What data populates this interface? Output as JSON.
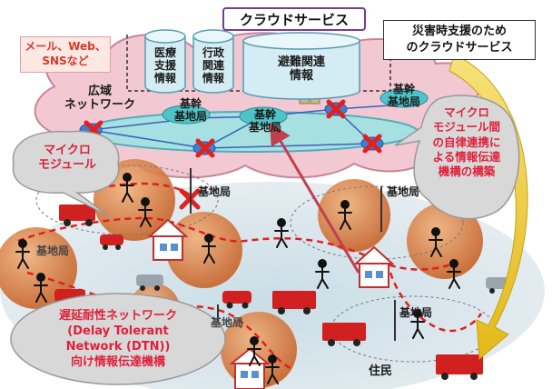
{
  "cloud_service": {
    "title": "クラウドサービス",
    "db_medical": [
      "医療",
      "支援",
      "情報"
    ],
    "db_admin": [
      "行政",
      "関連",
      "情報"
    ],
    "db_evac": [
      "避難関連",
      "情報"
    ]
  },
  "mail_box": "メール、Web、\nSNSなど",
  "disaster_box": "災害時支援のため\nのクラウドサービス",
  "wide_network": "広域\nネットワーク",
  "backbone_labels": [
    "基幹\n基地局",
    "基幹\n基地局",
    "基幹\n基地局"
  ],
  "micro_module_callout": "マイクロ\nモジュール",
  "micro_autonomy_callout": "マイクロ\nモジュール間\nの自律連携に\nよる情報伝達\n機構の構築",
  "dtn_callout": "遅延耐性ネットワーク\n(Delay Tolerant\nNetwork (DTN))\n向け情報伝達機構",
  "base_station_labels": [
    "基地局",
    "基地局",
    "基地局",
    "基地局",
    "基地局"
  ],
  "resident_label": "住民",
  "colors": {
    "cloud_pink": "#f2c9d3",
    "cloud_border": "#c9839a",
    "db_fill": "#d4ecf3",
    "db_border": "#5a9bb0",
    "title_border": "#7a3c8c",
    "mail_text": "#d43a2a",
    "micro_text": "#e0203a",
    "sphere_orange": "#d97a3e",
    "ring_cyan": "#9ee3e3",
    "ring_border": "#3fa9b8",
    "cross_red": "#e02020",
    "dash_red": "#e02020",
    "gray_bubble": "#d8d8d8",
    "arrow_yellow": "#f2d23a"
  }
}
